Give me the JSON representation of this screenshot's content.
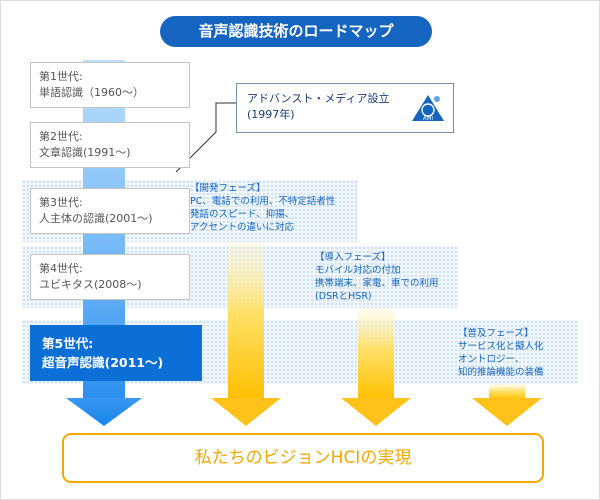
{
  "title": "音声認識技術のロードマップ",
  "generations": [
    {
      "gen": "第1世代:",
      "name": "単語認識（1960～）"
    },
    {
      "gen": "第2世代:",
      "name": "文章認識(1991～)"
    },
    {
      "gen": "第3世代:",
      "name": "人主体の認識(2001～)"
    },
    {
      "gen": "第4世代:",
      "name": "ユビキタス(2008～)"
    },
    {
      "gen": "第5世代:",
      "name": "超音声認識(2011～)"
    }
  ],
  "callout": {
    "line1": "アドバンスト・メディア設立",
    "line2": "(1997年)",
    "logo_text": "AMI"
  },
  "phases": [
    {
      "title": "【開発フェーズ】",
      "lines": [
        "PC、電話での利用、不特定話者性",
        "発話のスピード、抑揚、",
        "アクセントの違いに対応"
      ]
    },
    {
      "title": "【導入フェーズ】",
      "lines": [
        "モバイル対応の付加",
        "携帯端末、家電、車での利用",
        "(DSRとHSR)"
      ]
    },
    {
      "title": "【普及フェーズ】",
      "lines": [
        "サービス化と擬人化",
        "オントロジー、",
        "知的推論機能の装備"
      ]
    }
  ],
  "goal": "私たちのビジョンHCIの実現",
  "colors": {
    "title_bg": "#1565c0",
    "gen5_bg": "#0b6fd6",
    "phase_text": "#1565c0",
    "goal_border": "#f5a800",
    "goal_text": "#f5a800",
    "column_blue": "#9fccf5",
    "arrow_blue": "#1e8ef0",
    "arrow_yellow": "#ffc21a"
  }
}
